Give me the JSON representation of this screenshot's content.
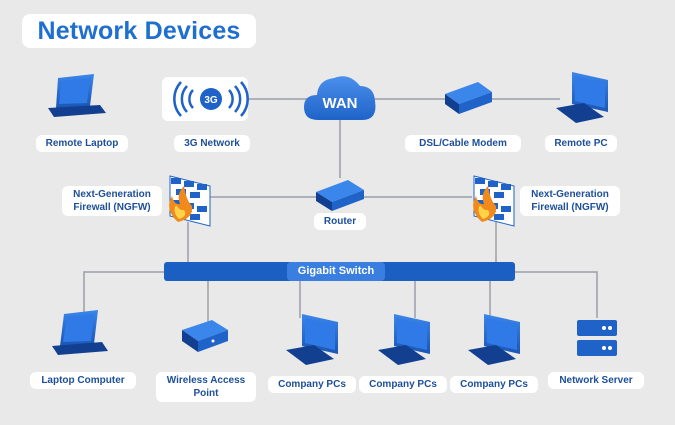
{
  "title": "Network Devices",
  "switch_label": "Gigabit Switch",
  "wan_label": "WAN",
  "threeg_label": "3G",
  "nodes": {
    "remote_laptop": "Remote Laptop",
    "network_3g": "3G Network",
    "dsl_modem": "DSL/Cable Modem",
    "remote_pc": "Remote PC",
    "ngfw_left": [
      "Next-Generation",
      "Firewall (NGFW)"
    ],
    "router": "Router",
    "ngfw_right": [
      "Next-Generation",
      "Firewall (NGFW)"
    ],
    "laptop_computer": "Laptop Computer",
    "wireless_ap": [
      "Wireless Access",
      "Point"
    ],
    "company_pcs_1": "Company PCs",
    "company_pcs_2": "Company PCs",
    "company_pcs_3": "Company PCs",
    "network_server": "Network Server"
  },
  "colors": {
    "title": "#1f6fd0",
    "device_blue": "#1f63c8",
    "device_dark": "#123f8f",
    "line": "#9aa0a8",
    "switch": "#1c5fc3",
    "flame": "#f08a1c"
  }
}
